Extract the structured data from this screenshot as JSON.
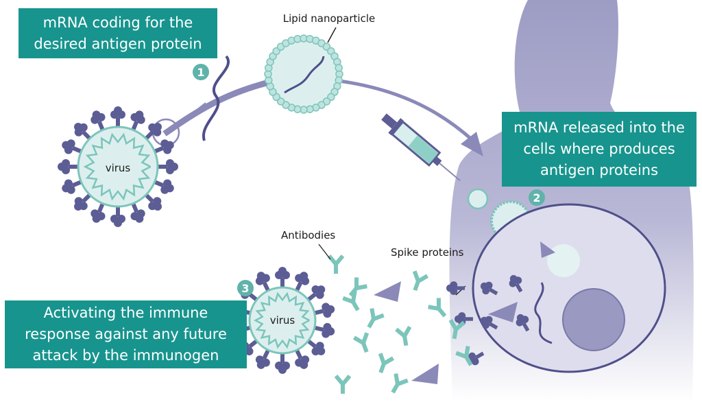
{
  "boxes": {
    "step1": [
      "mRNA coding for the",
      "desired antigen protein"
    ],
    "step2": [
      "mRNA released into the",
      "cells where produces",
      "antigen proteins"
    ],
    "step3": [
      "Activating the immune",
      "response against any future",
      "attack by the immunogen"
    ]
  },
  "labels": {
    "lipid_nanoparticle": "Lipid nanoparticle",
    "antibodies": "Antibodies",
    "spike_proteins": "Spike proteins",
    "virus1": "virus",
    "virus2": "virus"
  },
  "steps": [
    "1",
    "2",
    "3"
  ],
  "colors": {
    "teal_box": "#18948e",
    "badge": "#5fb3aa",
    "purple": "#5c5d94",
    "arrow": "#8a89b8",
    "body": "#9d9cc4",
    "light_teal": "#dcefee",
    "teal_outline": "#7cc5bb"
  }
}
